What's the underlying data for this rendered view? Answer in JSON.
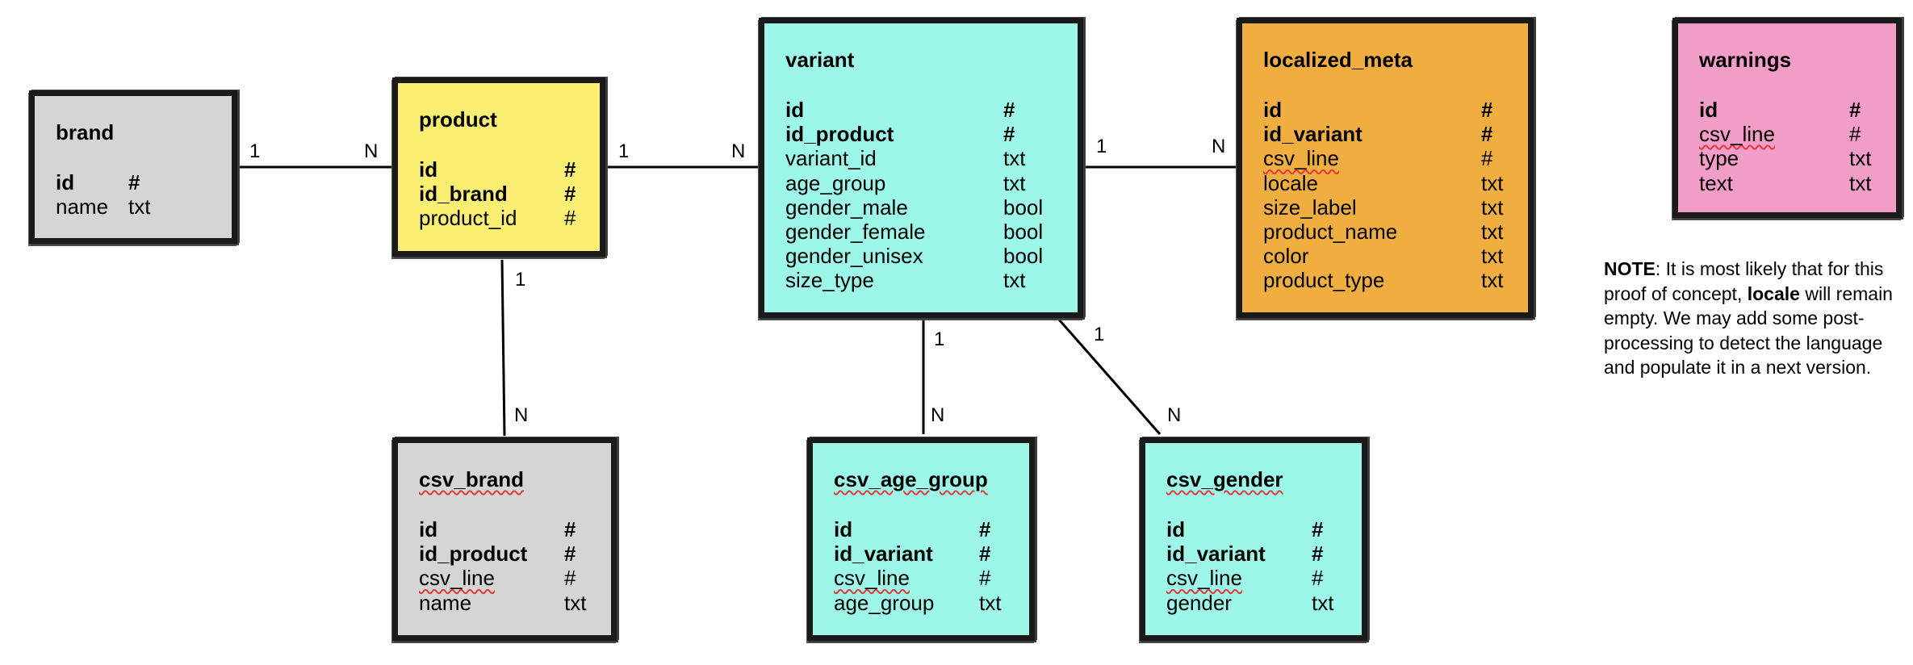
{
  "entities": {
    "brand": {
      "title": "brand",
      "fields": [
        {
          "name": "id",
          "type": "#",
          "bold": true
        },
        {
          "name": "name",
          "type": "txt"
        }
      ]
    },
    "product": {
      "title": "product",
      "fields": [
        {
          "name": "id",
          "type": "#",
          "bold": true
        },
        {
          "name": "id_brand",
          "type": "#",
          "bold": true
        },
        {
          "name": "product_id",
          "type": "#"
        }
      ]
    },
    "variant": {
      "title": "variant",
      "fields": [
        {
          "name": "id",
          "type": "#",
          "bold": true
        },
        {
          "name": "id_product",
          "type": "#",
          "bold": true
        },
        {
          "name": "variant_id",
          "type": "txt"
        },
        {
          "name": "age_group",
          "type": "txt"
        },
        {
          "name": "gender_male",
          "type": "bool"
        },
        {
          "name": "gender_female",
          "type": "bool"
        },
        {
          "name": "gender_unisex",
          "type": "bool"
        },
        {
          "name": "size_type",
          "type": "txt"
        }
      ]
    },
    "localized_meta": {
      "title": "localized_meta",
      "fields": [
        {
          "name": "id",
          "type": "#",
          "bold": true
        },
        {
          "name": "id_variant",
          "type": "#",
          "bold": true
        },
        {
          "name": "csv_line",
          "type": "#",
          "squiggle": true
        },
        {
          "name": "locale",
          "type": "txt"
        },
        {
          "name": "size_label",
          "type": "txt"
        },
        {
          "name": "product_name",
          "type": "txt"
        },
        {
          "name": "color",
          "type": "txt"
        },
        {
          "name": "product_type",
          "type": "txt"
        }
      ]
    },
    "warnings": {
      "title": "warnings",
      "fields": [
        {
          "name": "id",
          "type": "#",
          "bold": true
        },
        {
          "name": "csv_line",
          "type": "#",
          "squiggle": true
        },
        {
          "name": "type",
          "type": "txt"
        },
        {
          "name": "text",
          "type": "txt"
        }
      ]
    },
    "csv_brand": {
      "title": "csv_brand",
      "title_squiggle": true,
      "fields": [
        {
          "name": "id",
          "type": "#",
          "bold": true
        },
        {
          "name": "id_product",
          "type": "#",
          "bold": true
        },
        {
          "name": "csv_line",
          "type": "#",
          "squiggle": true
        },
        {
          "name": "name",
          "type": "txt"
        }
      ]
    },
    "csv_age_group": {
      "title": "csv_age_group",
      "title_squiggle": true,
      "fields": [
        {
          "name": "id",
          "type": "#",
          "bold": true
        },
        {
          "name": "id_variant",
          "type": "#",
          "bold": true
        },
        {
          "name": "csv_line",
          "type": "#",
          "squiggle": true
        },
        {
          "name": "age_group",
          "type": "txt"
        }
      ]
    },
    "csv_gender": {
      "title": "csv_gender",
      "title_squiggle": true,
      "fields": [
        {
          "name": "id",
          "type": "#",
          "bold": true
        },
        {
          "name": "id_variant",
          "type": "#",
          "bold": true
        },
        {
          "name": "csv_line",
          "type": "#",
          "squiggle": true
        },
        {
          "name": "gender",
          "type": "txt"
        }
      ]
    }
  },
  "cardinalities": {
    "brand_product": {
      "from": "1",
      "to": "N"
    },
    "product_variant": {
      "from": "1",
      "to": "N"
    },
    "variant_localized_meta": {
      "from": "1",
      "to": "N"
    },
    "product_csv_brand": {
      "from": "1",
      "to": "N"
    },
    "variant_csv_age_group": {
      "from": "1",
      "to": "N"
    },
    "variant_csv_gender": {
      "from": "1",
      "to": "N"
    }
  },
  "note": {
    "label": "NOTE",
    "text_1": ": It is most likely that for this proof of concept, ",
    "keyword": "locale",
    "text_2": " will remain empty. We may add some post-processing to detect the language and populate it in a next version."
  },
  "colors": {
    "gray": "#d5d5d5",
    "yellow": "#fbef73",
    "cyan": "#9df7e8",
    "orange": "#f0ae41",
    "pink": "#f29cc8"
  }
}
